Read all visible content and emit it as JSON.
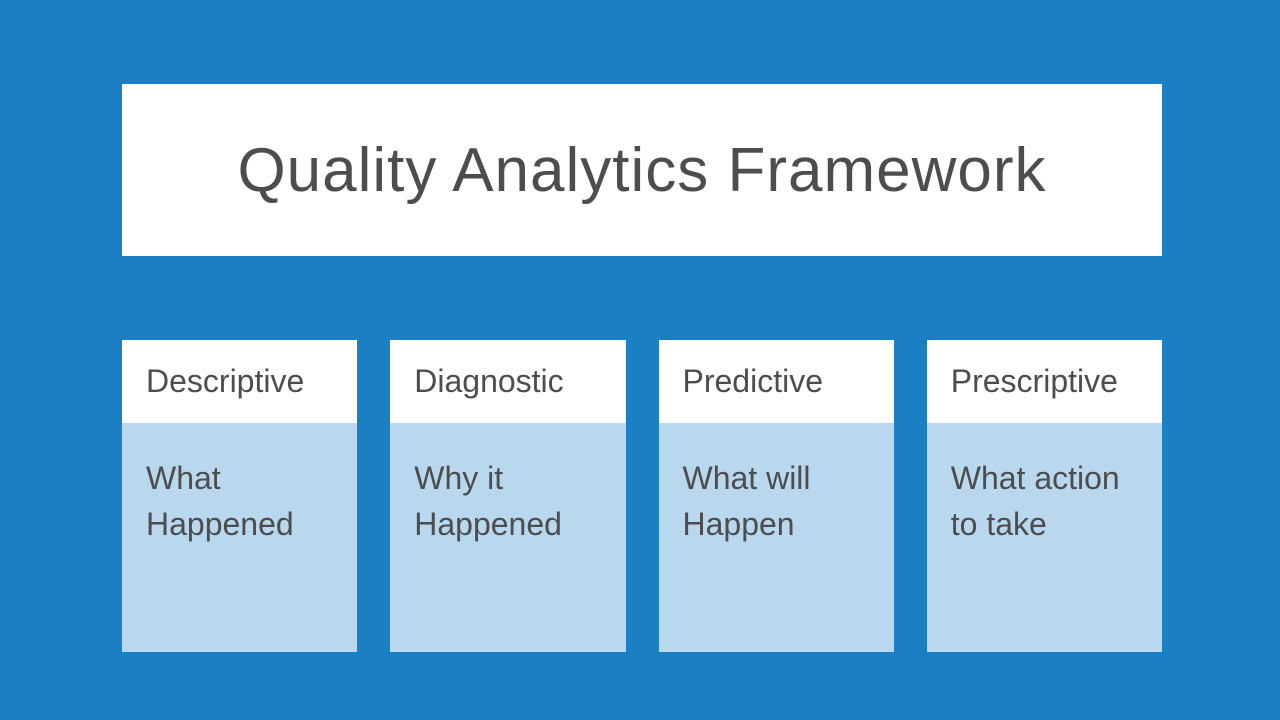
{
  "slide": {
    "title": "Quality Analytics Framework",
    "columns": [
      {
        "header": "Descriptive",
        "body": "What\nHappened"
      },
      {
        "header": "Diagnostic",
        "body": "Why it\nHappened"
      },
      {
        "header": "Predictive",
        "body": "What will\nHappen"
      },
      {
        "header": "Prescriptive",
        "body": "What action\nto take"
      }
    ],
    "colors": {
      "background_blue": "#1b7fc4",
      "panel_light_blue": "#b9d8ed",
      "panel_white": "#ffffff",
      "text_gray": "#4d4d4f"
    }
  }
}
